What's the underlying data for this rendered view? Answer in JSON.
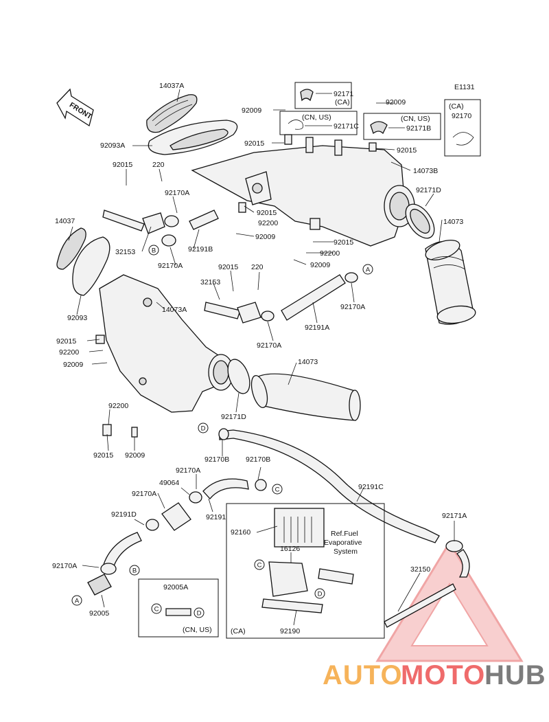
{
  "diagram": {
    "code": "E1131",
    "front_label": "FRONT",
    "notes": {
      "ca": "(CA)",
      "cn_us_a": "(CN, US)",
      "cn_us_b": "(CN, US)",
      "ca_b": "(CA)",
      "ca_c": "(CA)",
      "cn_us_c": "(CN, US)",
      "ref_line1": "Ref.Fuel",
      "ref_line2": "Evaporative",
      "ref_line3": "System"
    },
    "part_labels": [
      "14037A",
      "92171",
      "92009",
      "92009",
      "92171C",
      "92171B",
      "92170",
      "92093A",
      "92015",
      "92015",
      "14073B",
      "92015",
      "220",
      "92170A",
      "92171D",
      "14037",
      "92015",
      "92200",
      "14073",
      "92191B",
      "92009",
      "32153",
      "92015",
      "92170A",
      "92200",
      "92009",
      "92015",
      "220",
      "32153",
      "92170A",
      "92093",
      "14073A",
      "92191A",
      "92170A",
      "92015",
      "92200",
      "92009",
      "14073",
      "92171D",
      "92200",
      "92015",
      "92009",
      "92170B",
      "92170B",
      "92170A",
      "49064",
      "92170A",
      "92191C",
      "92191",
      "92191D",
      "92171A",
      "92160",
      "16126",
      "92170A",
      "32150",
      "92005A",
      "92005",
      "92190"
    ],
    "callouts": [
      "A",
      "B",
      "D",
      "C",
      "A",
      "B",
      "C",
      "D",
      "C",
      "D"
    ]
  },
  "watermark": {
    "text_a": "AUTO",
    "text_b": "MOTO",
    "text_c": "HUB",
    "color_a": "#f6b35a",
    "color_b": "#ef6b6b",
    "color_c": "#7c7c7c"
  }
}
